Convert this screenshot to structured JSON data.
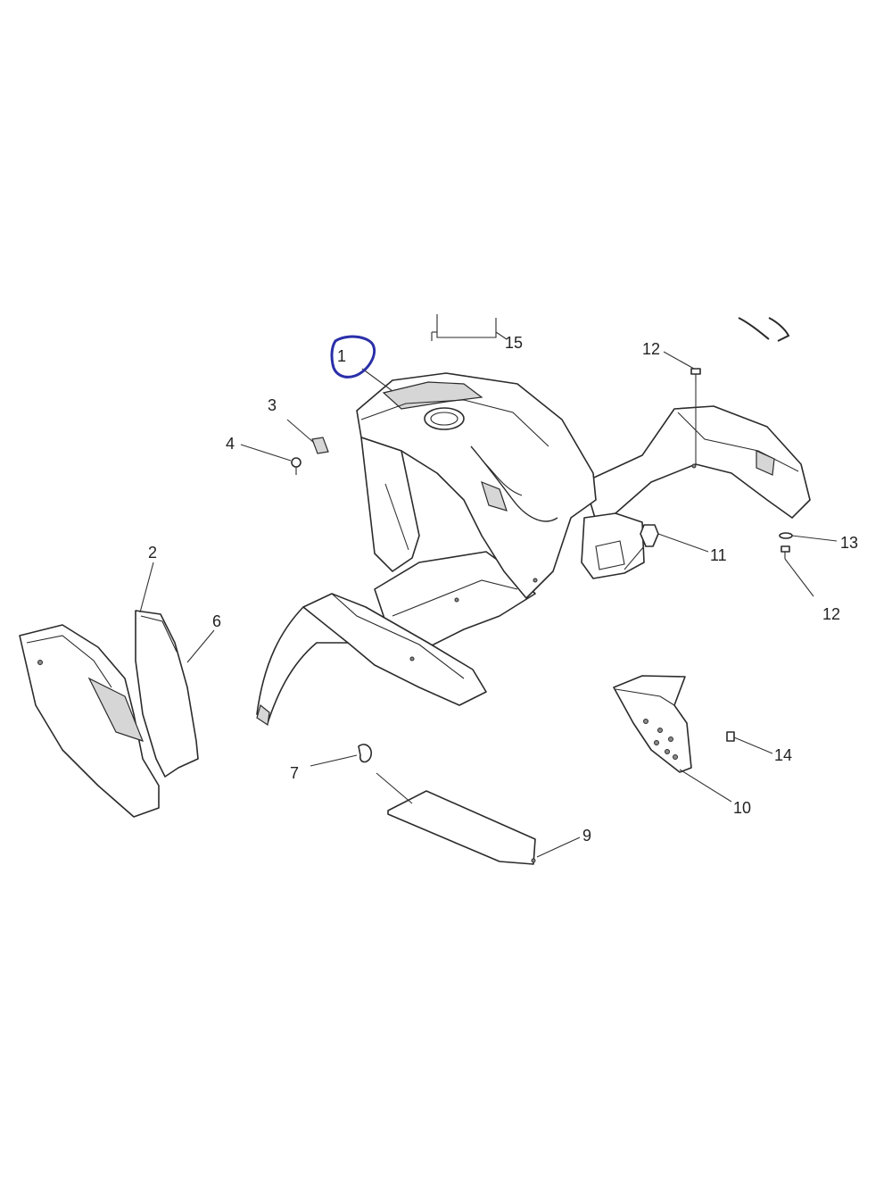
{
  "diagram": {
    "highlight_color": "#2a2fa8",
    "callouts": [
      {
        "id": "1",
        "label": "1",
        "circled": true
      },
      {
        "id": "2",
        "label": "2"
      },
      {
        "id": "3",
        "label": "3"
      },
      {
        "id": "4",
        "label": "4"
      },
      {
        "id": "6",
        "label": "6"
      },
      {
        "id": "7",
        "label": "7"
      },
      {
        "id": "9",
        "label": "9"
      },
      {
        "id": "10",
        "label": "10"
      },
      {
        "id": "11",
        "label": "11"
      },
      {
        "id": "12a",
        "label": "12"
      },
      {
        "id": "12b",
        "label": "12"
      },
      {
        "id": "13",
        "label": "13"
      },
      {
        "id": "14",
        "label": "14"
      },
      {
        "id": "15",
        "label": "15"
      }
    ]
  }
}
